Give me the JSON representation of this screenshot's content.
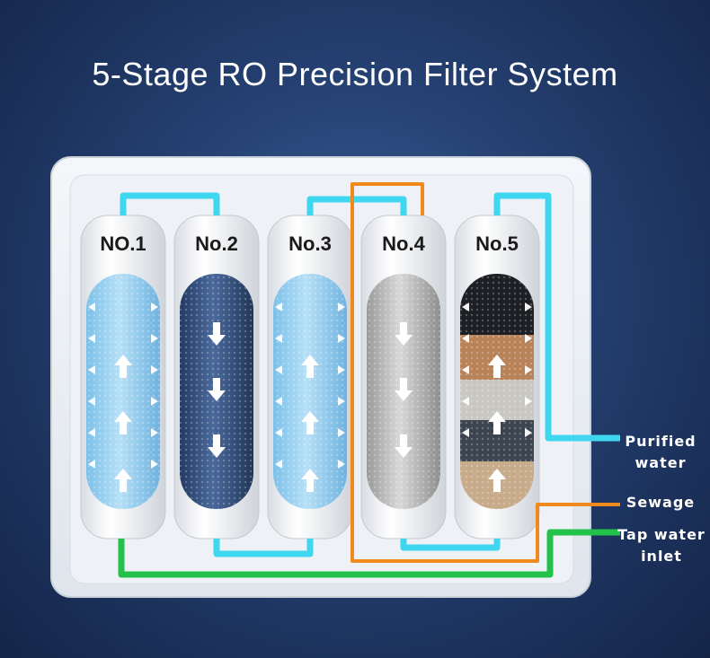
{
  "title": "5-Stage RO Precision Filter System",
  "stages": [
    {
      "label": "NO.1",
      "media": "light-blue"
    },
    {
      "label": "No.2",
      "media": "dark-blue"
    },
    {
      "label": "No.3",
      "media": "light-blue"
    },
    {
      "label": "No.4",
      "media": "grey"
    },
    {
      "label": "No.5",
      "media": "layered"
    }
  ],
  "callouts": {
    "purified_line1": "Purified",
    "purified_line2": "water",
    "sewage": "Sewage",
    "tap_line1": "Tap water",
    "tap_line2": "inlet"
  },
  "colors": {
    "purified_flow": "#3fd6f0",
    "sewage_flow": "#f08a1c",
    "tap_flow": "#22c24a",
    "housing": "#e9eef4"
  }
}
